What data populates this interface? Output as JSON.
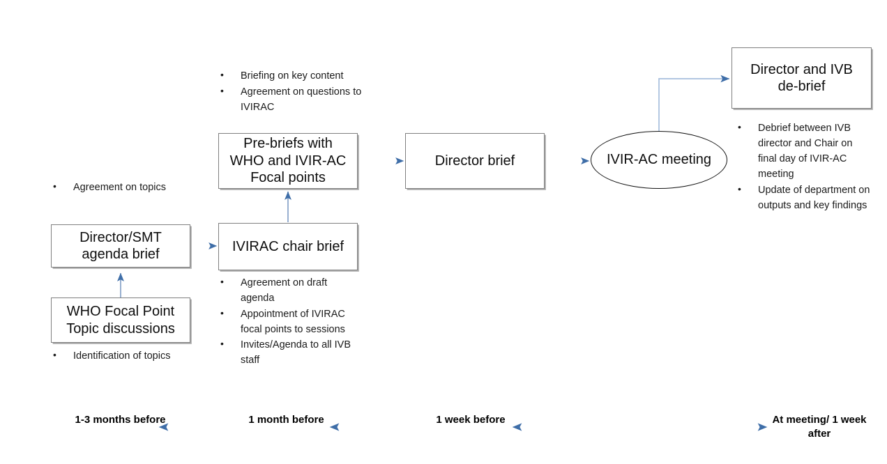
{
  "diagram": {
    "title": "IVIR-AC meeting preparation process flow",
    "accent_arrow_color": "#4472a6",
    "box_border_color": "#7f7f7f",
    "ellipse_border_color": "#111111",
    "background_color": "#ffffff"
  },
  "nodes": {
    "who_focal_point": {
      "line1": "WHO Focal Point",
      "line2": "Topic discussions"
    },
    "director_smt": {
      "line1": "Director/SMT",
      "line2": "agenda brief"
    },
    "ivirac_chair": {
      "line1": "IVIRAC chair brief"
    },
    "pre_briefs": {
      "line1": "Pre-briefs with",
      "line2": "WHO and IVIR-AC",
      "line3": "Focal points"
    },
    "director_brief": {
      "line1": "Director brief"
    },
    "ivirac_meeting": {
      "line1": "IVIR-AC",
      "line2": "meeting"
    },
    "debrief": {
      "line1": "Director and IVB",
      "line2": "de-brief"
    }
  },
  "bullet_groups": {
    "pre_briefs_bullets": [
      "Briefing on key content",
      "Agreement on questions to IVIRAC"
    ],
    "director_smt_bullets": [
      "Agreement on topics"
    ],
    "who_focal_point_bullets": [
      "Identification of topics"
    ],
    "ivirac_chair_bullets": [
      "Agreement on draft agenda",
      "Appointment of IVIRAC focal points to sessions",
      "Invites/Agenda to all IVB staff"
    ],
    "debrief_bullets": [
      "Debrief between IVB director and Chair on final day of IVIR-AC meeting",
      "Update of department on outputs and key findings"
    ]
  },
  "timeline": {
    "labels": [
      {
        "line1": "1-3 months",
        "line2": "before"
      },
      {
        "line1": "1 month",
        "line2": "before"
      },
      {
        "line1": "1 week",
        "line2": "before"
      },
      {
        "line1": "At meeting/",
        "line2": "1 week after"
      }
    ]
  }
}
